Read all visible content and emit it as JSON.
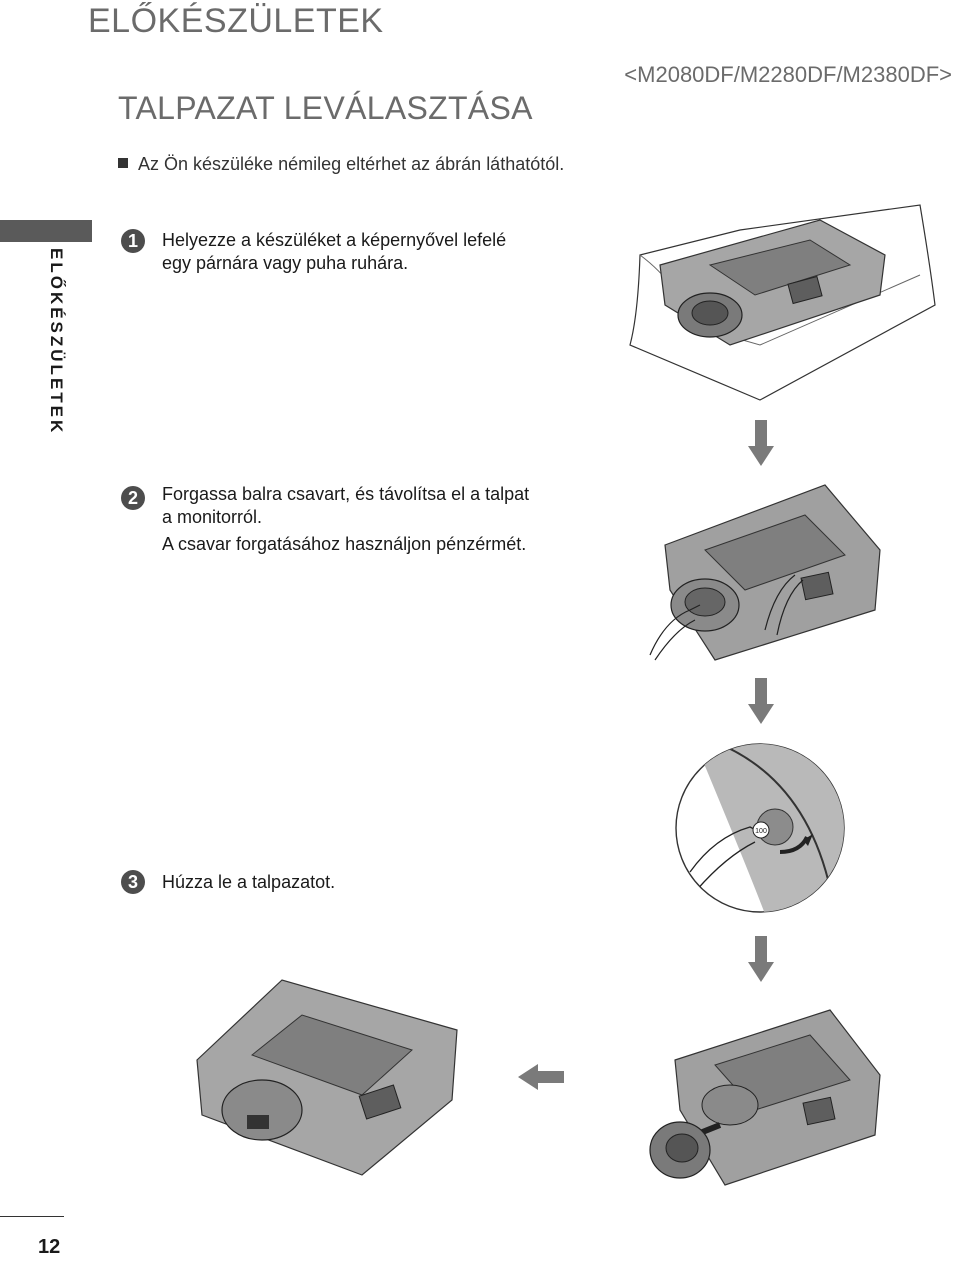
{
  "header": {
    "section_title": "ELŐKÉSZÜLETEK",
    "page_title": "TALPAZAT LEVÁLASZTÁSA",
    "model_label": "<M2080DF/M2280DF/M2380DF>"
  },
  "note": "Az Ön készüléke némileg eltérhet az ábrán láthatótól.",
  "side_tab": "ELŐKÉSZÜLETEK",
  "steps": [
    {
      "number": "1",
      "line1": "Helyezze a készüléket a képernyővel lefelé",
      "line2": "egy párnára vagy puha ruhára."
    },
    {
      "number": "2",
      "line1": "Forgassa balra csavart, és távolítsa el a talpat",
      "line2": "a monitorról.",
      "line3": "A csavar forgatásához használjon pénzérmét."
    },
    {
      "number": "3",
      "line1": "Húzza le a talpazatot."
    }
  ],
  "coin_label": "100",
  "footer": {
    "page_number": "12"
  }
}
